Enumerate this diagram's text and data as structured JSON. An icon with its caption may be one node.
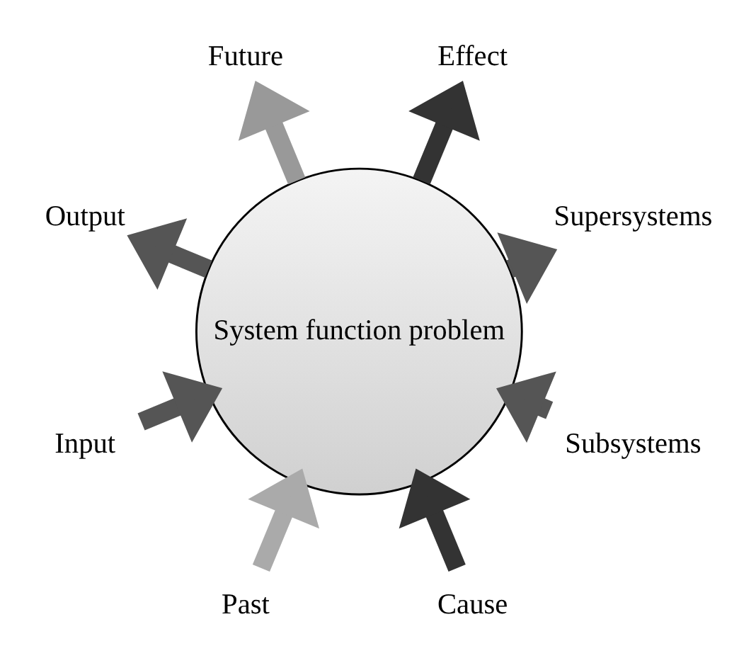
{
  "diagram": {
    "nodes": [
      {
        "text": [
          "System function problem"
        ]
      },
      {
        "text": [
          "Input"
        ]
      },
      {
        "text": [
          "Supersystems"
        ]
      },
      {
        "text": [
          "Effect"
        ]
      },
      {
        "text": [
          "Past"
        ]
      },
      {
        "text": [
          "Future"
        ]
      },
      {
        "text": [
          "Cause"
        ]
      },
      {
        "text": [
          "Subsystems"
        ]
      },
      {
        "text": [
          "Output"
        ]
      }
    ],
    "edges": [
      {
        "from": 1,
        "to": 0,
        "arrow": "to"
      },
      {
        "from": 0,
        "to": 2,
        "arrow": "to"
      },
      {
        "from": 0,
        "to": 3,
        "arrow": "to",
        "color": "#333333"
      },
      {
        "from": 4,
        "to": 0,
        "arrow": "to",
        "color": "#aaaaaa"
      },
      {
        "from": 0,
        "to": 5,
        "arrow": "to",
        "color": "#999999"
      },
      {
        "from": 6,
        "to": 0,
        "arrow": "to",
        "color": "#333333"
      },
      {
        "from": 7,
        "to": 0,
        "arrow": "to"
      },
      {
        "from": 0,
        "to": 8,
        "arrow": "to"
      }
    ]
  }
}
